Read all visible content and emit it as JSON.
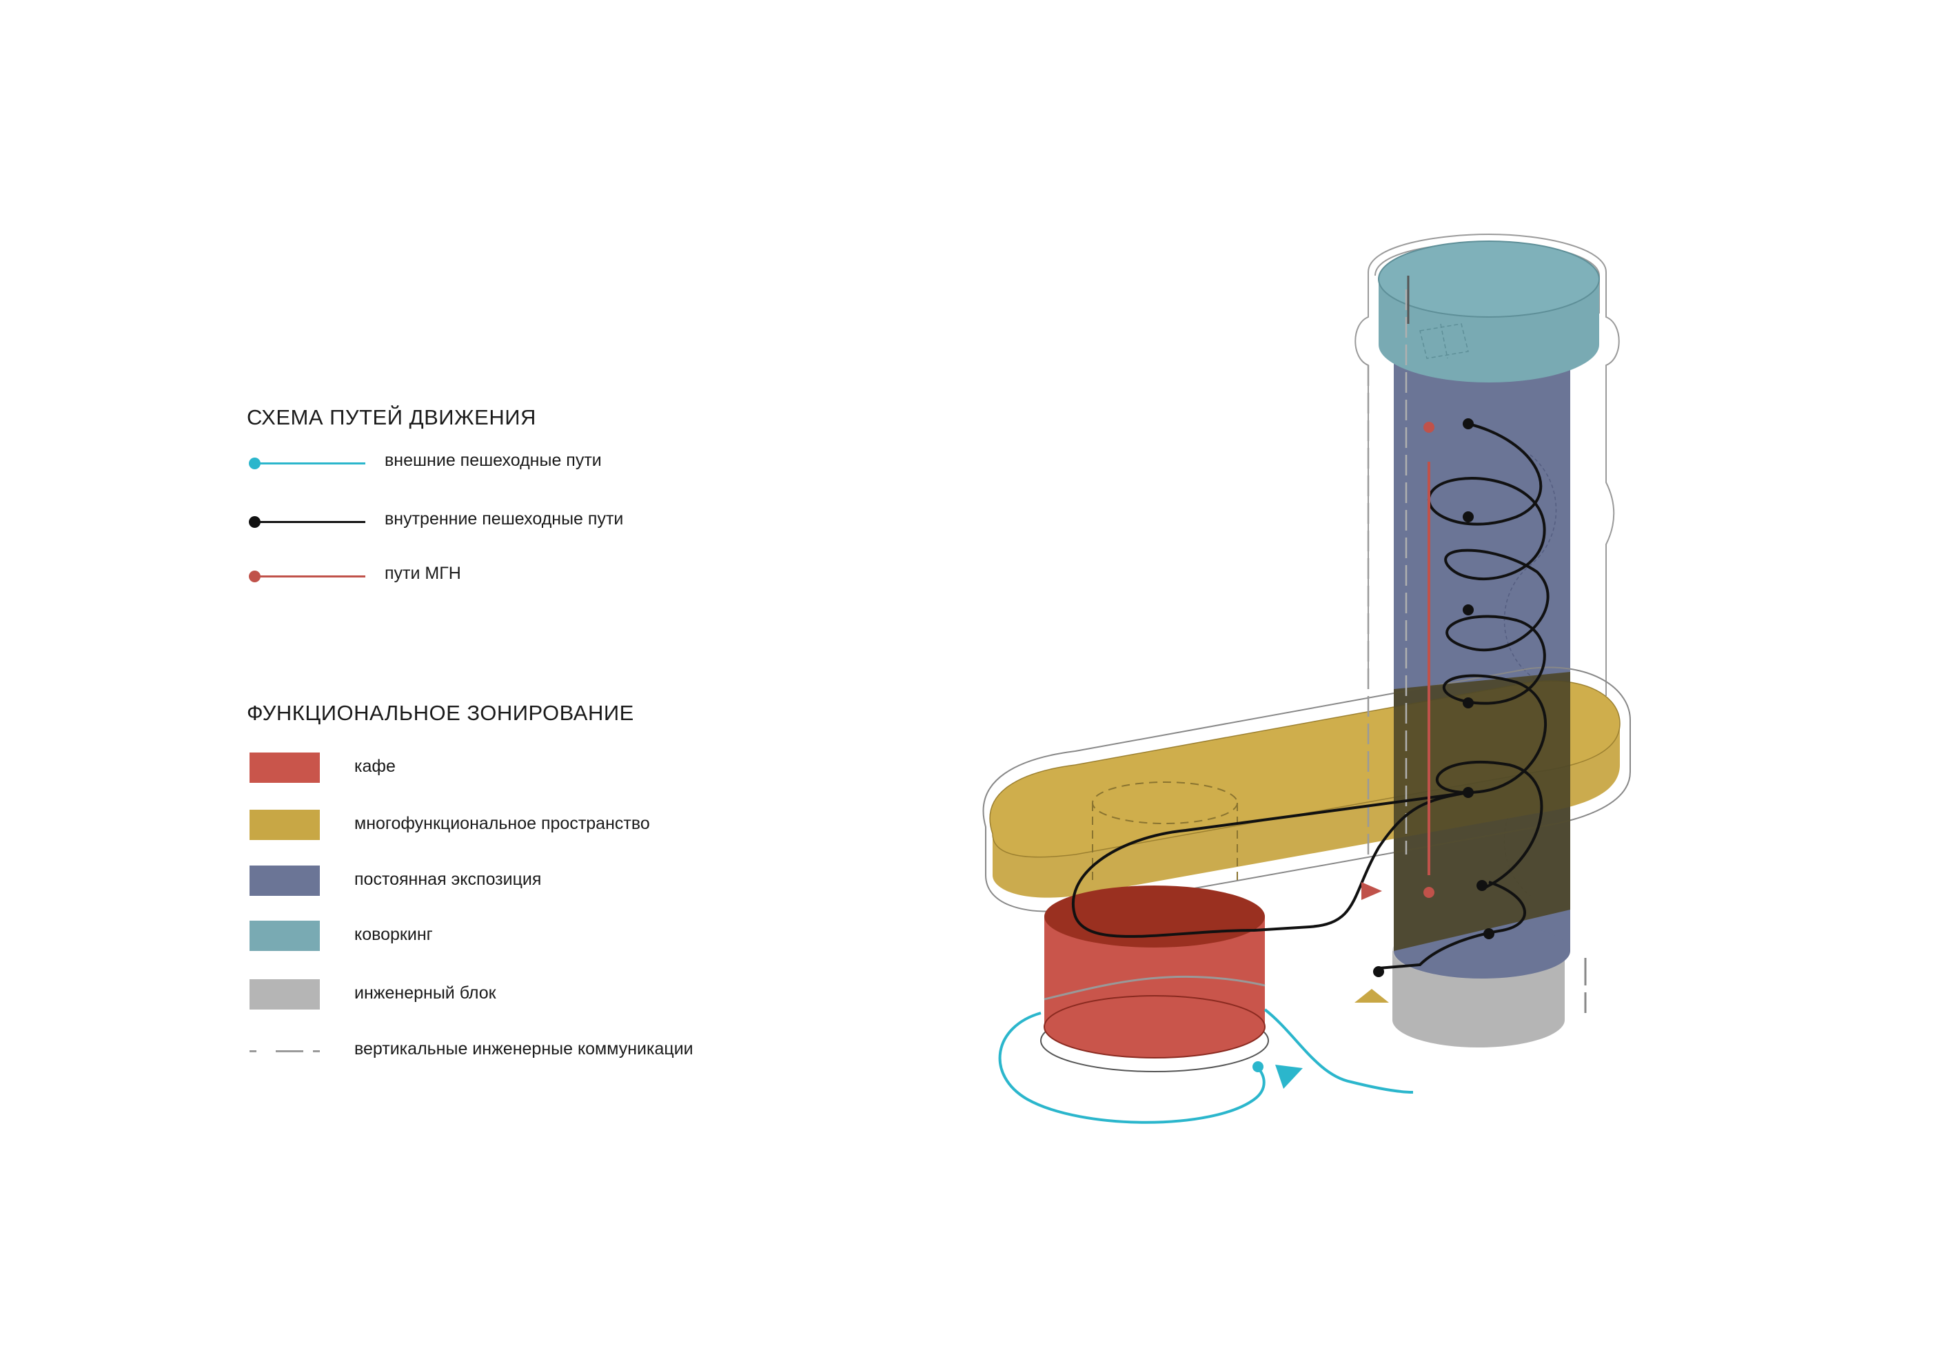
{
  "legend": {
    "paths_title": "СХЕМА ПУТЕЙ ДВИЖЕНИЯ",
    "paths": [
      {
        "label": "внешние пешеходные пути",
        "color": "#2bb6cc"
      },
      {
        "label": "внутренние пешеходные пути",
        "color": "#111111"
      },
      {
        "label": "пути МГН",
        "color": "#c0524a"
      }
    ],
    "zones_title": "ФУНКЦИОНАЛЬНОЕ ЗОНИРОВАНИЕ",
    "zones": [
      {
        "label": "кафе",
        "color": "#c9554b"
      },
      {
        "label": "многофункциональное пространство",
        "color": "#c8a745"
      },
      {
        "label": "постоянная экспозиция",
        "color": "#6b7596"
      },
      {
        "label": "коворкинг",
        "color": "#79aab3"
      },
      {
        "label": "инженерный блок",
        "color": "#b5b5b5"
      }
    ],
    "utilities": {
      "label": "вертикальные инженерные коммуникации",
      "color": "#9a9a9a"
    }
  }
}
